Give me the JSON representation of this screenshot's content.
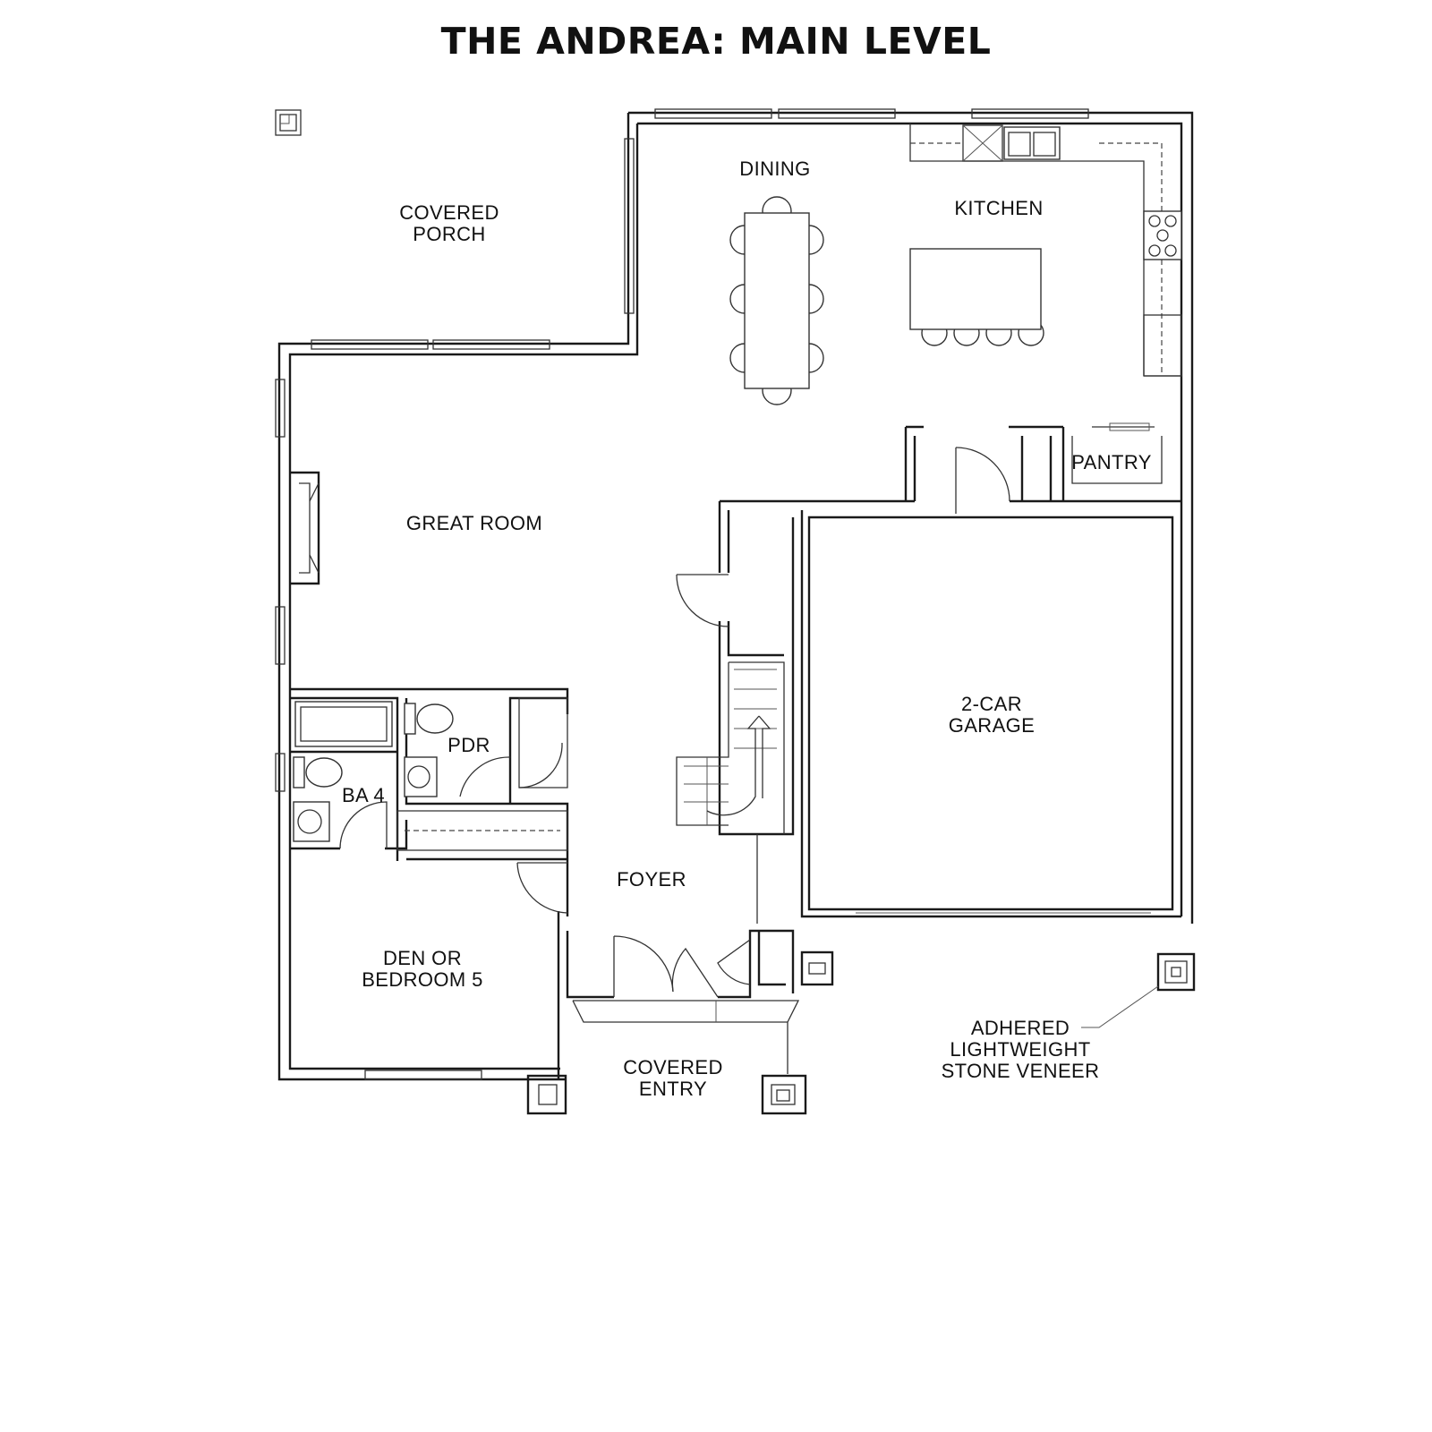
{
  "title": "THE ANDREA: MAIN LEVEL",
  "rooms": {
    "covered_porch": [
      "COVERED",
      "PORCH"
    ],
    "dining": "DINING",
    "kitchen": "KITCHEN",
    "great_room": "GREAT ROOM",
    "pantry": "PANTRY",
    "garage": [
      "2-CAR",
      "GARAGE"
    ],
    "pdr": "PDR",
    "ba4": "BA 4",
    "foyer": "FOYER",
    "den": [
      "DEN OR",
      "BEDROOM 5"
    ],
    "covered_entry": [
      "COVERED",
      "ENTRY"
    ],
    "veneer_note": [
      "ADHERED",
      "LIGHTWEIGHT",
      "STONE VENEER"
    ]
  }
}
